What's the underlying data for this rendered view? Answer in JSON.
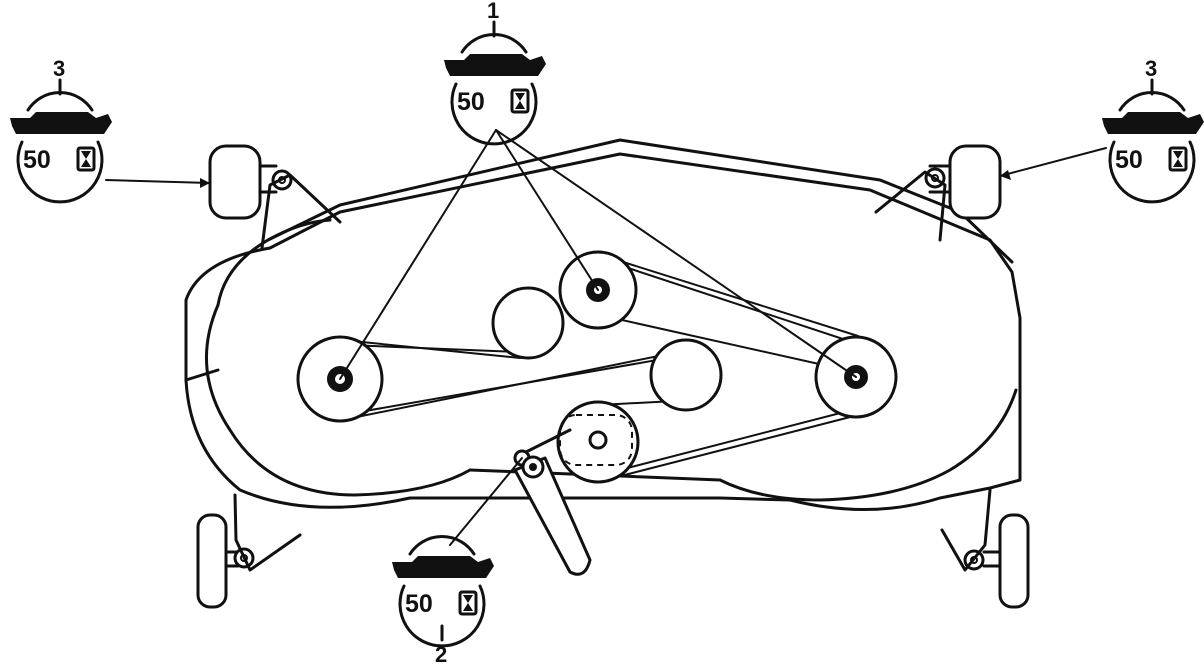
{
  "diagram": {
    "ink_color": "#111111",
    "background": "#ffffff"
  },
  "callouts": [
    {
      "id": "top-center",
      "number": "1",
      "interval": "50",
      "icon": "grease-gun-icon",
      "targets": [
        "left-spindle-pulley",
        "center-spindle-pulley",
        "right-spindle-pulley"
      ]
    },
    {
      "id": "bottom",
      "number": "2",
      "interval": "50",
      "icon": "grease-gun-icon",
      "targets": [
        "idler-arm-pivot"
      ]
    },
    {
      "id": "top-left",
      "number": "3",
      "interval": "50",
      "icon": "grease-gun-icon",
      "targets": [
        "left-front-gauge-wheel"
      ]
    },
    {
      "id": "top-right",
      "number": "3",
      "interval": "50",
      "icon": "grease-gun-icon",
      "targets": [
        "right-front-gauge-wheel"
      ]
    }
  ]
}
